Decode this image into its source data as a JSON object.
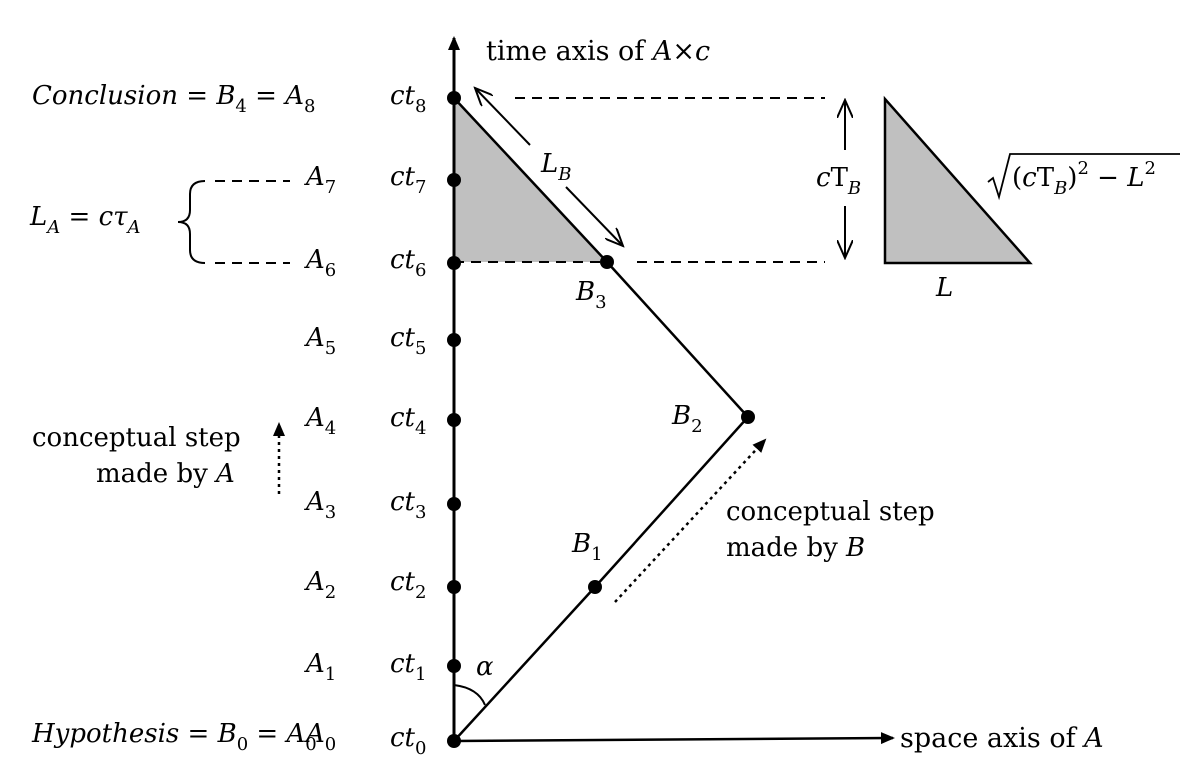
{
  "axes": {
    "time_axis": {
      "prefix": "time axis of ",
      "var1": "A",
      "times": "×",
      "var2": "c"
    },
    "space_axis": {
      "prefix": "space axis of ",
      "var": "A"
    }
  },
  "left_labels": {
    "conclusion": {
      "word": "Conclusion",
      "eq1": " = ",
      "b": "B",
      "b_sub": "4",
      "eq2": " = ",
      "a": "A",
      "a_sub": "8"
    },
    "hypothesis": {
      "word": "Hypothesis",
      "eq1": " = ",
      "b": "B",
      "b_sub": "0",
      "eq2": " = ",
      "a": "A",
      "a_sub": "0"
    },
    "la": {
      "l": "L",
      "l_sub": "A",
      "eq": " = ",
      "c": "c",
      "tau": "τ",
      "tau_sub": "A"
    },
    "step_a": {
      "line1": "conceptual step",
      "line2_prefix": "made by ",
      "line2_var": "A"
    }
  },
  "a_points": [
    {
      "var": "A",
      "sub": "0"
    },
    {
      "var": "A",
      "sub": "1"
    },
    {
      "var": "A",
      "sub": "2"
    },
    {
      "var": "A",
      "sub": "3"
    },
    {
      "var": "A",
      "sub": "4"
    },
    {
      "var": "A",
      "sub": "5"
    },
    {
      "var": "A",
      "sub": "6"
    },
    {
      "var": "A",
      "sub": "7"
    },
    {
      "var": "A",
      "sub": "8"
    }
  ],
  "ct_points": [
    {
      "var": "ct",
      "sub": "0"
    },
    {
      "var": "ct",
      "sub": "1"
    },
    {
      "var": "ct",
      "sub": "2"
    },
    {
      "var": "ct",
      "sub": "3"
    },
    {
      "var": "ct",
      "sub": "4"
    },
    {
      "var": "ct",
      "sub": "5"
    },
    {
      "var": "ct",
      "sub": "6"
    },
    {
      "var": "ct",
      "sub": "7"
    },
    {
      "var": "ct",
      "sub": "8"
    }
  ],
  "b_points": [
    {
      "var": "B",
      "sub": "1"
    },
    {
      "var": "B",
      "sub": "2"
    },
    {
      "var": "B",
      "sub": "3"
    }
  ],
  "angle": {
    "symbol": "α"
  },
  "lb": {
    "l": "L",
    "sub": "B"
  },
  "step_b": {
    "line1": "conceptual step",
    "line2_prefix": "made by ",
    "line2_var": "B"
  },
  "right_triangle": {
    "height": {
      "c": "c",
      "T": "T",
      "sub": "B"
    },
    "base": "L",
    "hyp": {
      "open": "(",
      "c": "c",
      "T": "T",
      "sub": "B",
      "close": ")",
      "sq": "2",
      "minus": " − ",
      "L": "L",
      "sq2": "2"
    }
  },
  "colors": {
    "ink": "#000000",
    "shade": "#c0c0c0"
  }
}
